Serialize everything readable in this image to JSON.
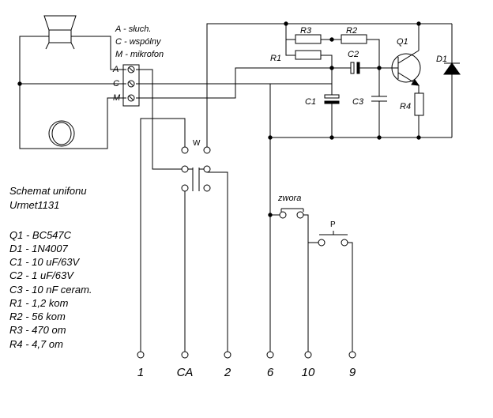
{
  "legend": {
    "a": "A - słuch.",
    "c": "C - wspólny",
    "m": "M - mikrofon"
  },
  "connector_pins": {
    "a": "A",
    "c": "C",
    "m": "M"
  },
  "title": {
    "line1": "Schemat unifonu",
    "line2": "Urmet1131"
  },
  "parts": [
    "Q1 - BC547C",
    "D1 - 1N4007",
    "C1 - 10 uF/63V",
    "C2 - 1 uF/63V",
    "C3 - 10 nF ceram.",
    "R1 - 1,2 kom",
    "R2 - 56 kom",
    "R3 - 470 om",
    "R4 - 4,7 om"
  ],
  "designators": {
    "r1": "R1",
    "r2": "R2",
    "r3": "R3",
    "r4": "R4",
    "c1": "C1",
    "c2": "C2",
    "c3": "C3",
    "q1": "Q1",
    "d1": "D1"
  },
  "switches": {
    "hook": "W",
    "jumper": "zwora",
    "button": "P"
  },
  "terminals": [
    "1",
    "CA",
    "2",
    "6",
    "10",
    "9"
  ]
}
